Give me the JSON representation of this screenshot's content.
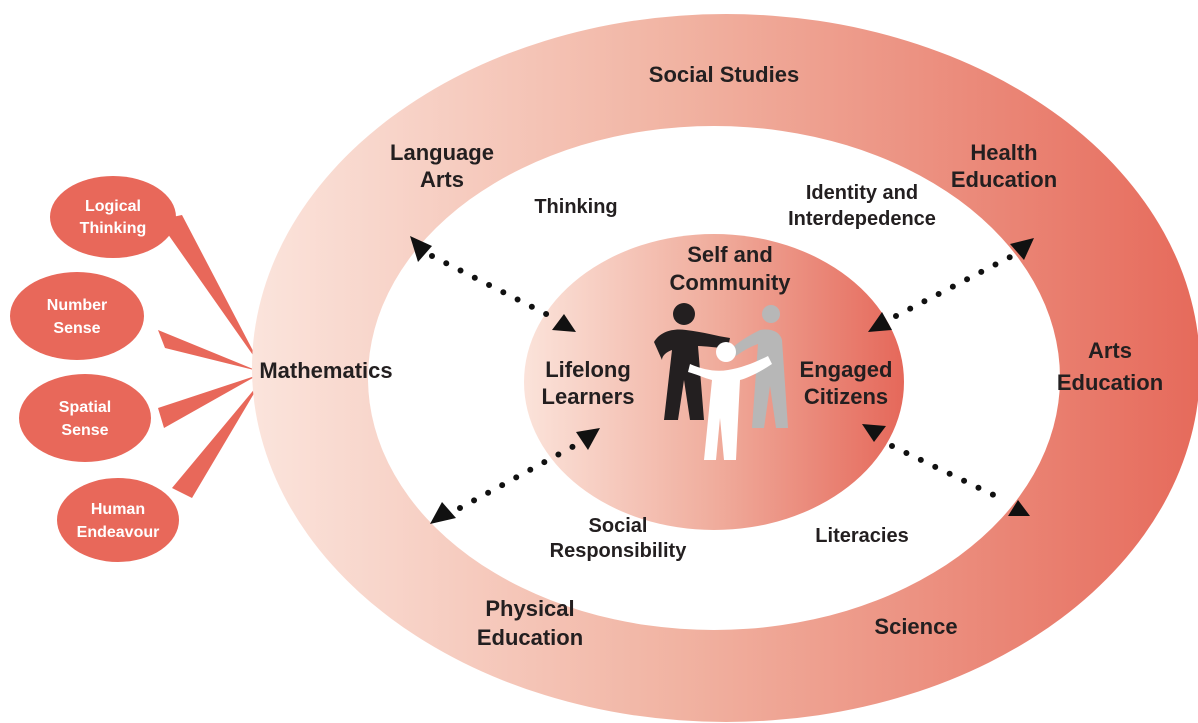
{
  "colors": {
    "ring_light": "#f9ddd3",
    "ring_dark": "#e6685a",
    "bubble": "#e8685a",
    "text": "#231f20",
    "bubble_text": "#ffffff",
    "dots": "#111111"
  },
  "outer_ring": {
    "social_studies": "Social Studies",
    "language_arts": [
      "Language",
      "Arts"
    ],
    "health_education": [
      "Health",
      "Education"
    ],
    "mathematics": "Mathematics",
    "arts_education": [
      "Arts",
      "Education"
    ],
    "physical_education": [
      "Physical",
      "Education"
    ],
    "science": "Science"
  },
  "middle_ring": {
    "thinking": "Thinking",
    "identity": [
      "Identity and",
      "Interdepedence"
    ],
    "social_responsibility": [
      "Social",
      "Responsibility"
    ],
    "literacies": "Literacies"
  },
  "center": {
    "self_community": [
      "Self and",
      "Community"
    ],
    "lifelong_learners": [
      "Lifelong",
      "Learners"
    ],
    "engaged_citizens": [
      "Engaged",
      "Citizens"
    ],
    "figures_icon": "people-figures-icon"
  },
  "bubbles": [
    {
      "lines": [
        "Logical",
        "Thinking"
      ]
    },
    {
      "lines": [
        "Number",
        "Sense"
      ]
    },
    {
      "lines": [
        "Spatial",
        "Sense"
      ]
    },
    {
      "lines": [
        "Human",
        "Endeavour"
      ]
    }
  ]
}
